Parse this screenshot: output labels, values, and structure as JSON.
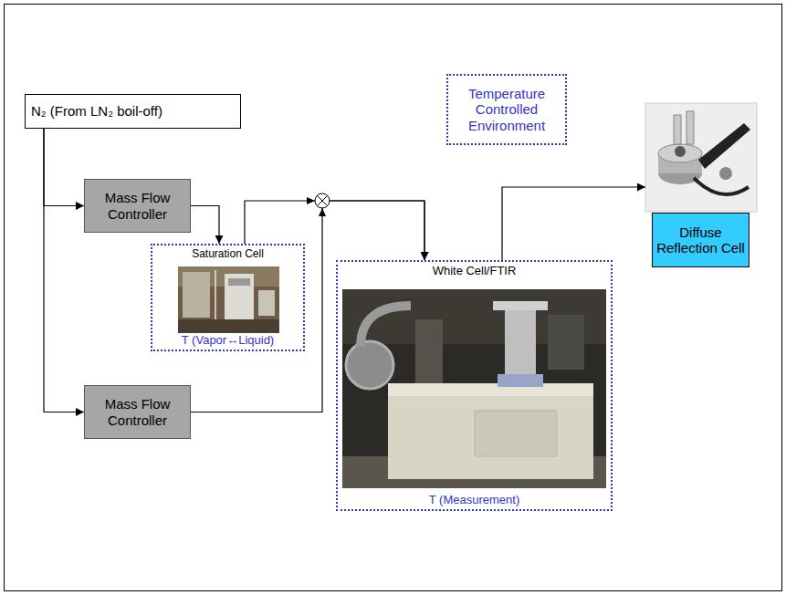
{
  "diagram": {
    "nodes": [
      {
        "text": [
          "N₂ (From LN₂ boil-off)"
        ]
      },
      {
        "text": [
          "Temperature Controlled Environment"
        ]
      },
      {
        "text": [
          "Mass Flow Controller"
        ]
      },
      {
        "text": [
          "Saturation Cell",
          "T (Vapor↔Liquid)"
        ]
      },
      {
        "text": [
          "Mass Flow Controller"
        ]
      },
      {
        "text": [
          "White Cell/FTIR",
          "T (Measurement)"
        ]
      },
      {
        "text": [
          "Diffuse Reflection Cell"
        ]
      }
    ],
    "edges": [
      {
        "from": 0,
        "to": 2,
        "arrow": "to"
      },
      {
        "from": 0,
        "to": 4,
        "arrow": "to"
      },
      {
        "from": 2,
        "to": 3,
        "arrow": "to"
      },
      {
        "from": 3,
        "to": 5,
        "arrow": "to"
      },
      {
        "from": 4,
        "to": 5,
        "arrow": "to"
      },
      {
        "from": 5,
        "to": 6,
        "arrow": "to"
      }
    ]
  }
}
